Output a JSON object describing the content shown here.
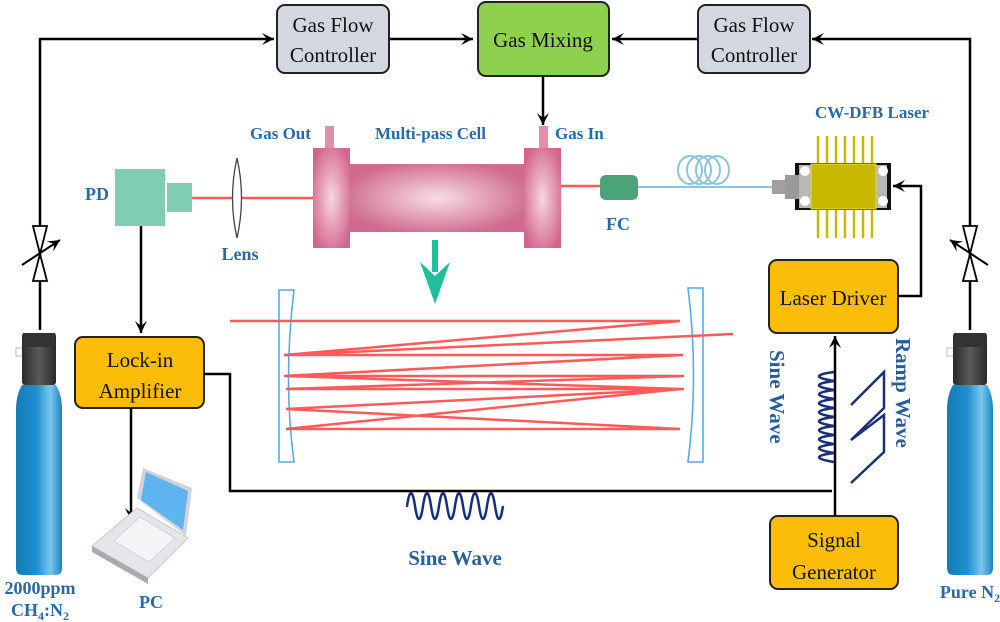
{
  "diagram": {
    "boxes": {
      "gas_flow_controller_left": {
        "line1": "Gas Flow",
        "line2": "Controller"
      },
      "gas_mixing": {
        "label": "Gas Mixing"
      },
      "gas_flow_controller_right": {
        "line1": "Gas Flow",
        "line2": "Controller"
      },
      "lock_in_amplifier": {
        "line1": "Lock-in",
        "line2": "Amplifier"
      },
      "laser_driver": {
        "label": "Laser Driver"
      },
      "signal_generator": {
        "line1": "Signal",
        "line2": "Generator"
      }
    },
    "labels": {
      "gas_out": "Gas Out",
      "multi_pass_cell": "Multi-pass Cell",
      "gas_in": "Gas In",
      "cw_dfb_laser": "CW-DFB Laser",
      "pd": "PD",
      "lens": "Lens",
      "fc": "FC",
      "pc": "PC",
      "left_cylinder_line1": "2000ppm",
      "left_cylinder_line2_a": "CH",
      "left_cylinder_line2_sub1": "4",
      "left_cylinder_line2_b": ":N",
      "left_cylinder_line2_sub2": "2",
      "right_cylinder_a": "Pure N",
      "right_cylinder_sub": "2",
      "sine_wave_bottom": "Sine Wave",
      "sine_wave_vertical": "Sine Wave",
      "ramp_wave_vertical": "Ramp Wave"
    },
    "colors": {
      "controller_fill": "#d3d8e0",
      "mixing_fill": "#8dd14f",
      "orange_fill": "#fbbd08",
      "label_blue": "#2a6aa0",
      "laser_beam": "#ff5a5a",
      "cell_pink": "#d9658c",
      "pd_green": "#7fcdb3",
      "fc_green": "#4aa477",
      "fiber_blue": "#8cc4dc",
      "mirror_blue": "#5aace0",
      "arrow_teal": "#1fbf9a",
      "laser_chip_yellow": "#c8b800",
      "wave_navy": "#1a2f7a",
      "cylinder_blue": "#1e8ecf"
    }
  }
}
